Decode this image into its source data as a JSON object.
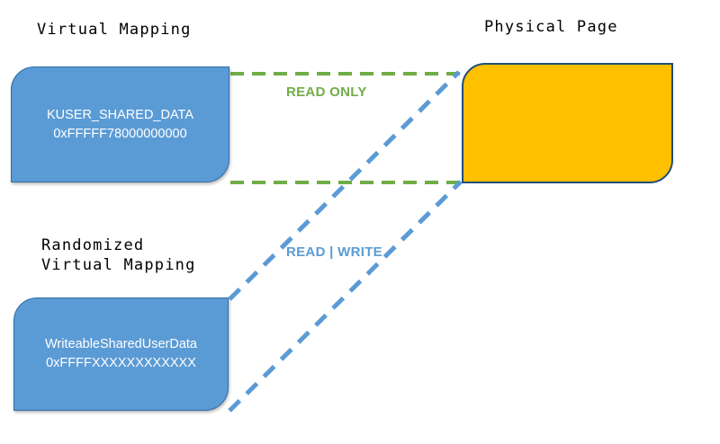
{
  "diagram": {
    "title_virtual_mapping": "Virtual Mapping",
    "title_physical_page": "Physical Page",
    "title_randomized_line1": "Randomized",
    "title_randomized_line2": "Virtual Mapping"
  },
  "boxes": {
    "kuser": {
      "name": "KUSER_SHARED_DATA",
      "address": "0xFFFFF78000000000",
      "fill_color": "#5b9bd5",
      "border_color": "#2e6da4",
      "text_color": "#ffffff"
    },
    "writeable": {
      "name": "WriteableSharedUserData",
      "address": "0xFFFFXXXXXXXXXXXX",
      "fill_color": "#5b9bd5",
      "border_color": "#2e6da4",
      "text_color": "#ffffff"
    },
    "physical": {
      "name": "",
      "fill_color": "#ffc000",
      "border_color": "#1f4e79"
    }
  },
  "edges": {
    "read_only": {
      "label": "READ ONLY",
      "color": "#70ad47",
      "style": "dashed",
      "from": "kuser",
      "to": "physical"
    },
    "read_write": {
      "label": "READ | WRITE",
      "color": "#5b9bd5",
      "style": "dashed",
      "from": "writeable",
      "to": "physical"
    }
  }
}
